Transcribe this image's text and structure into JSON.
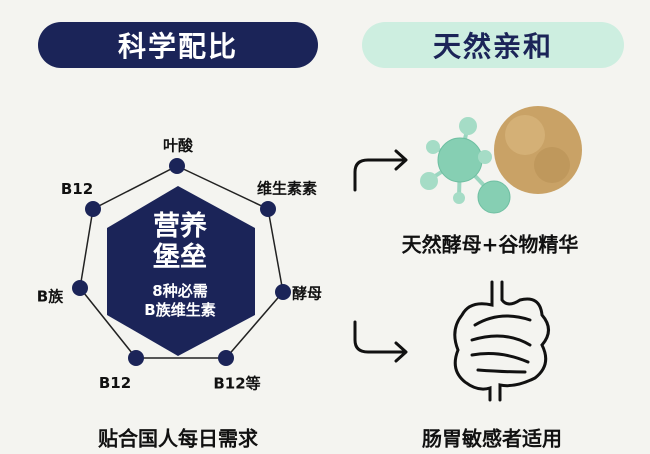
{
  "left_panel": {
    "title": "科学配比",
    "center": {
      "line1": "营养",
      "line2": "堡垒",
      "line3": "8种必需",
      "line4": "B族维生素"
    },
    "nodes": [
      "叶酸",
      "维生素素",
      "酵母",
      "B12等",
      "B12",
      "B族",
      "B12"
    ],
    "caption": "贴合国人每日需求"
  },
  "right_panel": {
    "title": "天然亲和",
    "ingredient_caption": "天然酵母+谷物精华",
    "caption": "肠胃敏感者适用"
  },
  "colors": {
    "navy": "#1b2458",
    "mint": "#cdeee0",
    "molecule": "#7cc9ad",
    "grain": "#c9a266"
  }
}
